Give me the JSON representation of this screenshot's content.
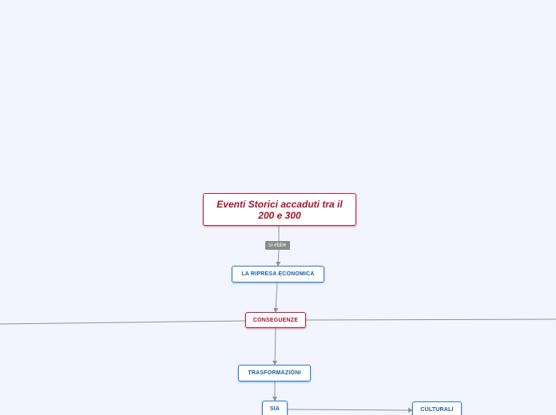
{
  "map": {
    "root_title": "Eventi Storici accaduti tra il 200 e 300",
    "link_label_1": "si ebbe",
    "node_ripresa": "LA RIPRESA ECONOMICA",
    "node_conseguenze": "CONSEGUENZE",
    "node_trasformazioni": "TRASFORMAZIONI",
    "node_sia": "SIA",
    "node_culturali": "CULTURALI"
  },
  "colors": {
    "background": "#f2f5fd",
    "link_line": "#8a93a4",
    "blue_border": "#2f7fc9",
    "red_border": "#b4283f",
    "label_bg": "#8a8a8a"
  }
}
